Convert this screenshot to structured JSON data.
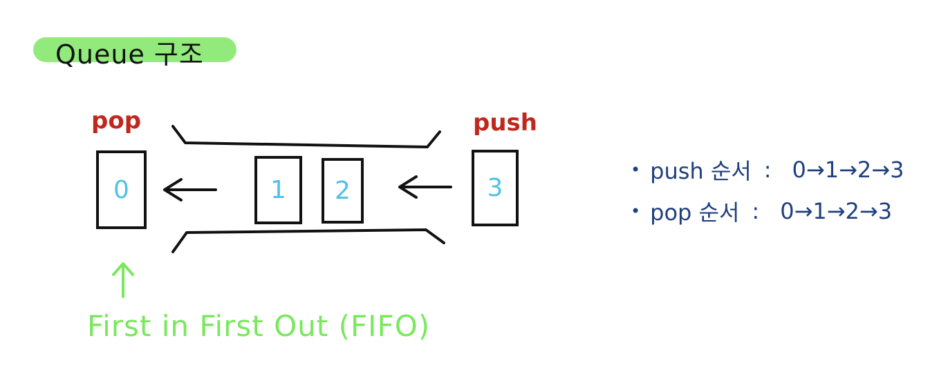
{
  "title": "Queue 구조",
  "labels": {
    "pop": "pop",
    "push": "push"
  },
  "queue_items": [
    "0",
    "1",
    "2",
    "3"
  ],
  "caption": "First in First Out (FIFO)",
  "notes": [
    {
      "label": "push 순서",
      "colon": ":",
      "sequence": "0→1→2→3"
    },
    {
      "label": "pop 순서",
      "colon": ":",
      "sequence": "0→1→2→3"
    }
  ],
  "colors": {
    "title_highlight": "#93ea7c",
    "label_red": "#c0281e",
    "number_blue": "#4fc0e8",
    "caption_green": "#79e85c",
    "notes_navy": "#1f3f7d",
    "stroke": "#111111"
  }
}
